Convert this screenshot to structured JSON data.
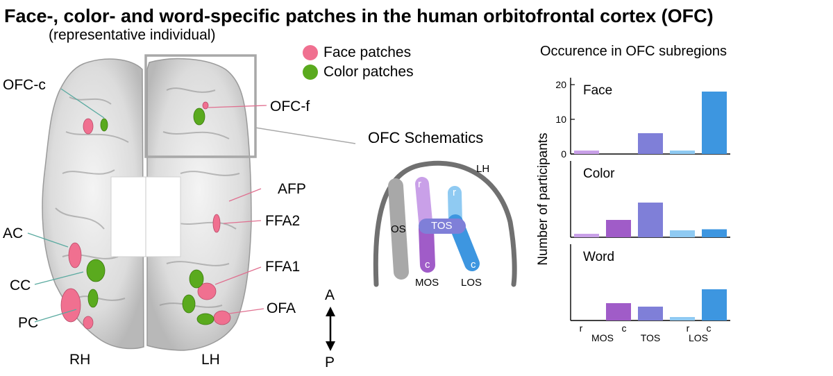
{
  "title": "Face-, color- and word-specific patches in the human orbitofrontal cortex (OFC)",
  "subtitle": "(representative individual)",
  "legend": {
    "items": [
      {
        "label": "Face patches",
        "color": "#f07090"
      },
      {
        "label": "Color patches",
        "color": "#5aaa1e"
      }
    ]
  },
  "brain_labels": {
    "ofc_c": "OFC-c",
    "ofc_f": "OFC-f",
    "afp": "AFP",
    "ffa2": "FFA2",
    "ac": "AC",
    "ffa1": "FFA1",
    "cc": "CC",
    "pc": "PC",
    "ofa": "OFA",
    "rh": "RH",
    "lh": "LH"
  },
  "orientation": {
    "anterior": "A",
    "posterior": "P"
  },
  "schematic": {
    "title": "OFC Schematics",
    "hemisphere": "LH",
    "sulci": {
      "os": "OS",
      "tos": "TOS",
      "mos": "MOS",
      "los": "LOS",
      "r": "r",
      "c": "c"
    }
  },
  "chart_data": {
    "type": "bar",
    "title": "Occurence in OFC subregions",
    "ylabel": "Number of participants",
    "categories": [
      "MOS r",
      "MOS c",
      "TOS",
      "LOS r",
      "LOS c"
    ],
    "tick_labels": {
      "sub": [
        "r",
        "c",
        "",
        "r",
        "c"
      ],
      "group": [
        {
          "label": "MOS",
          "span": [
            0,
            1
          ]
        },
        {
          "label": "TOS",
          "span": [
            2,
            2
          ]
        },
        {
          "label": "LOS",
          "span": [
            3,
            4
          ]
        }
      ]
    },
    "colors": [
      "#c9a0e8",
      "#a05cc8",
      "#7f7fd8",
      "#8fcaf2",
      "#3d96e0"
    ],
    "panels": [
      {
        "name": "Face",
        "ylim": [
          0,
          20
        ],
        "yticks": [
          0,
          10,
          20
        ],
        "values": [
          1,
          0,
          6,
          1,
          18
        ]
      },
      {
        "name": "Color",
        "ylim": [
          0,
          20
        ],
        "yticks": [],
        "values": [
          1,
          5,
          10,
          2,
          2.3
        ]
      },
      {
        "name": "Word",
        "ylim": [
          0,
          20
        ],
        "yticks": [],
        "values": [
          0,
          5,
          4,
          1,
          9
        ]
      }
    ]
  }
}
